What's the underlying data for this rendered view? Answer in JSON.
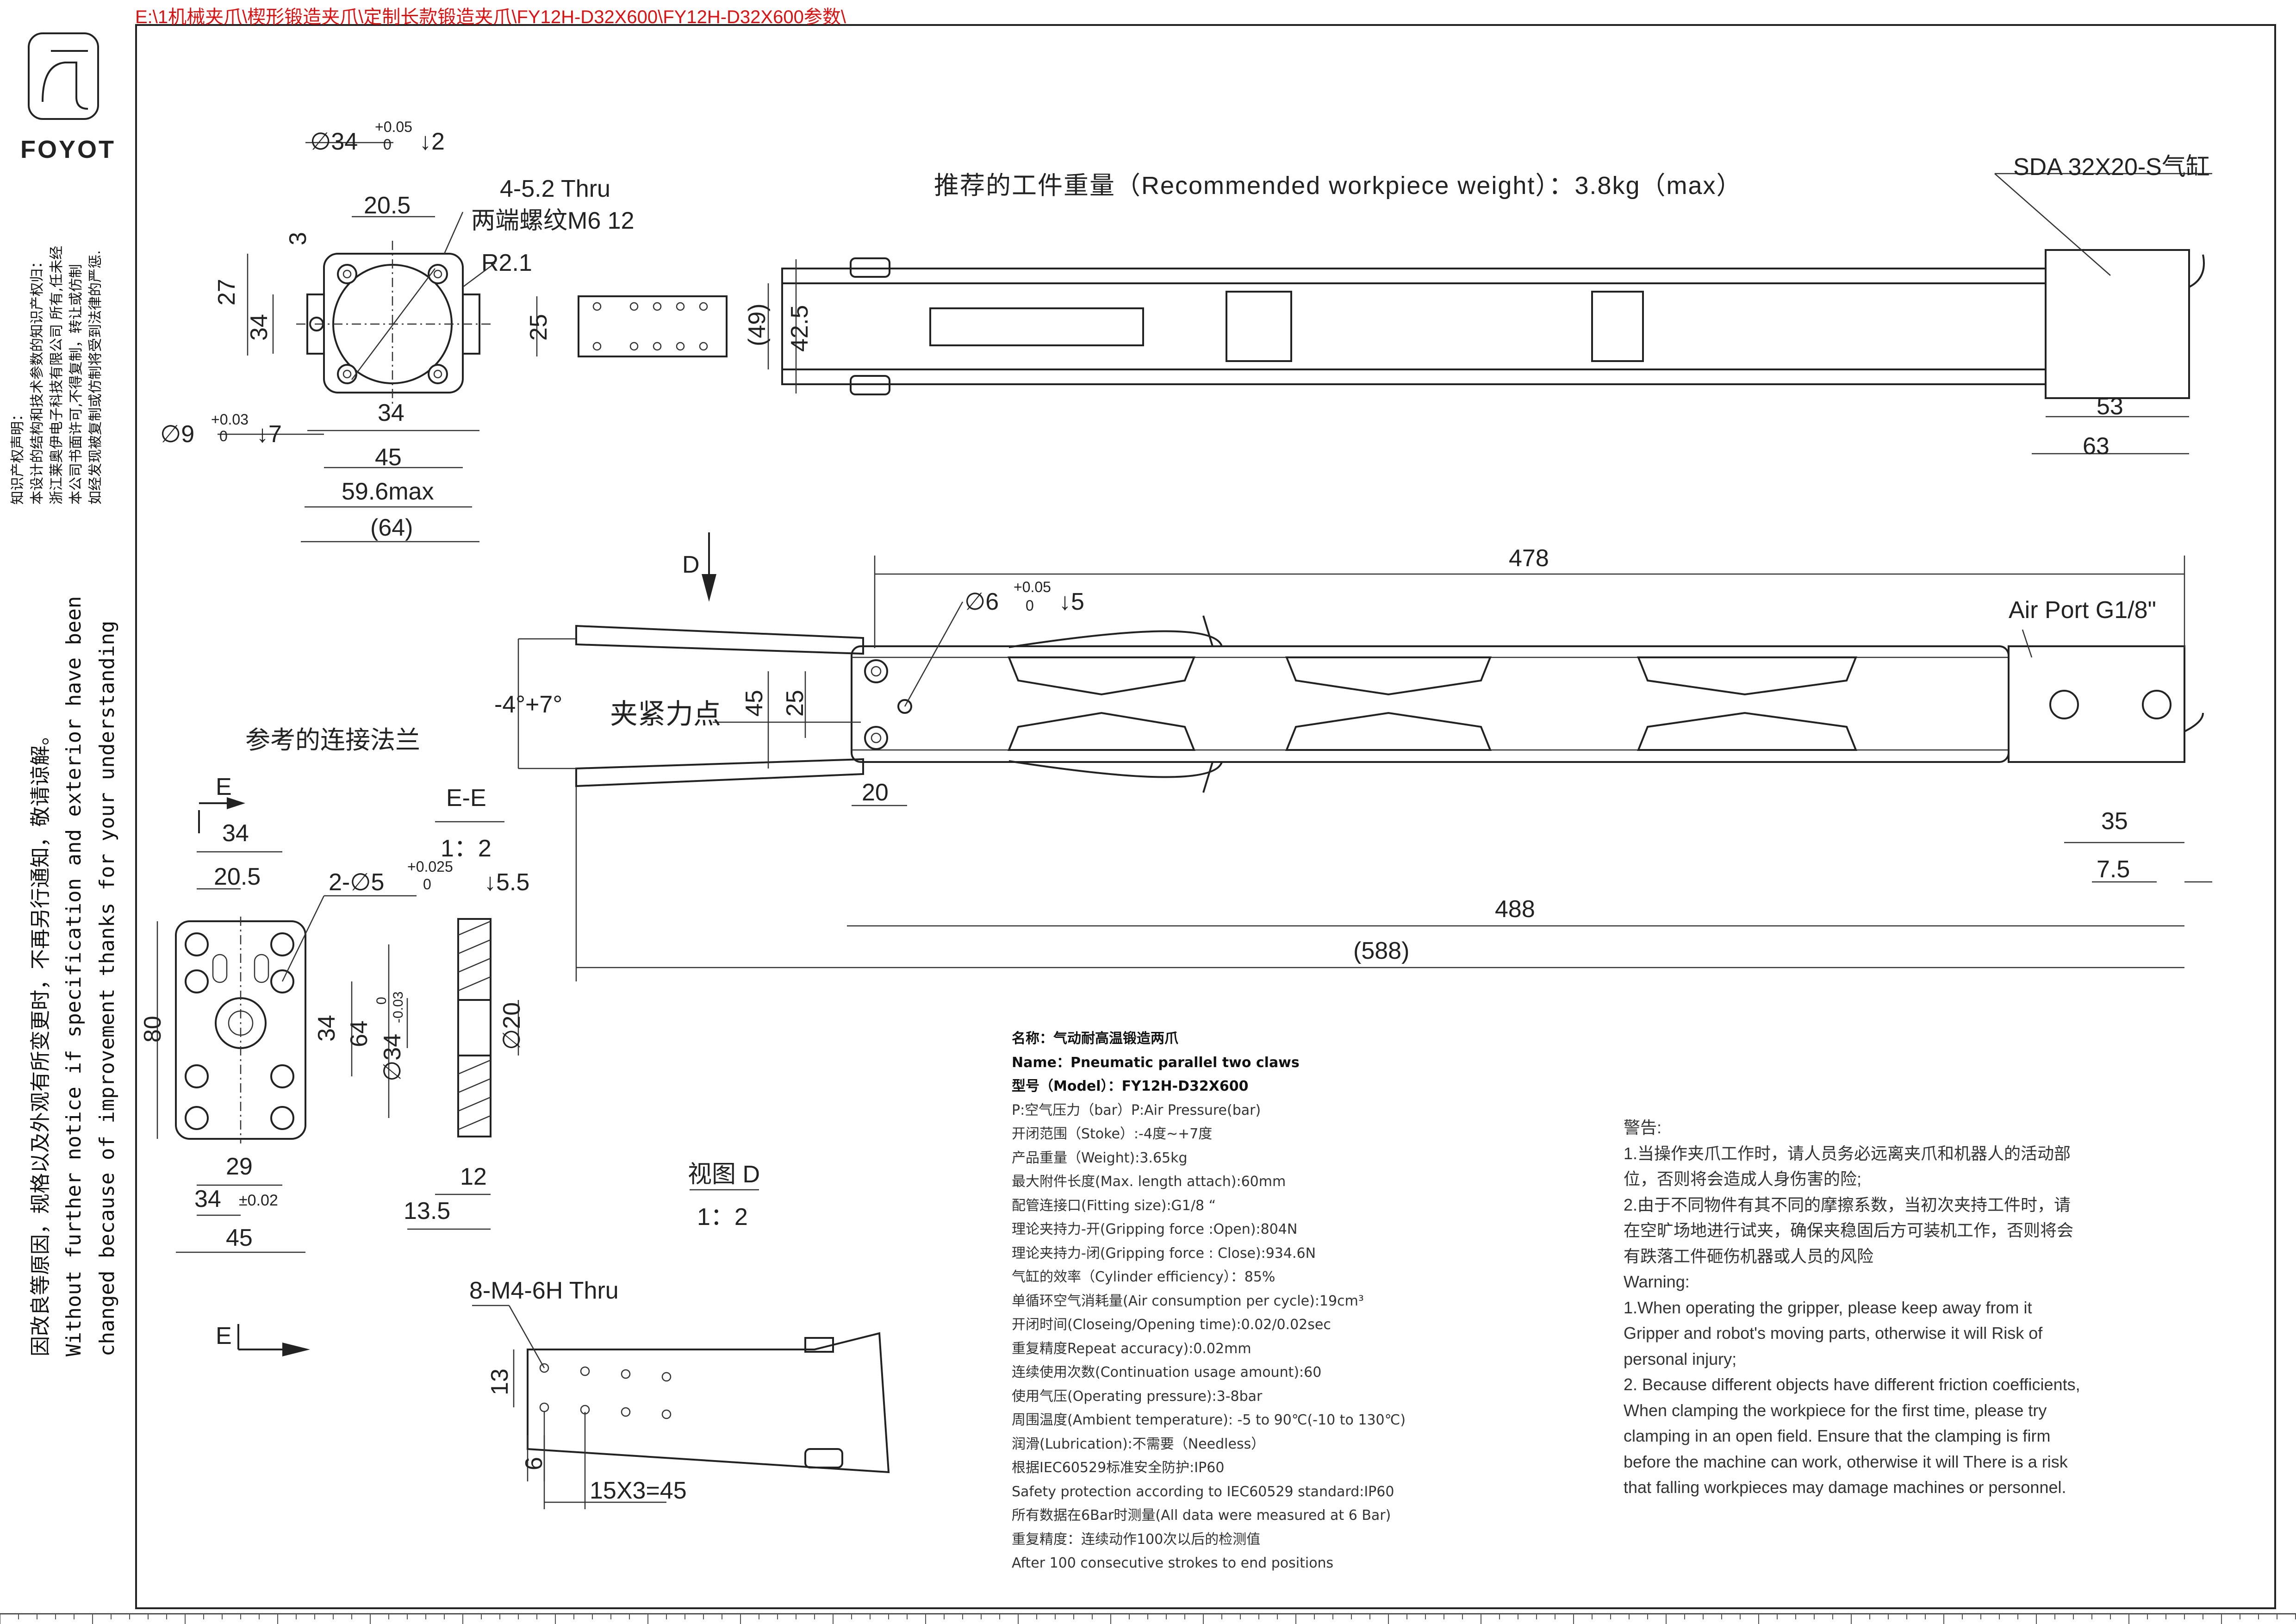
{
  "file_path": "E:\\1机械夹爪\\楔形锻造夹爪\\定制长款锻造夹爪\\FY12H-D32X600\\FY12H-D32X600参数\\",
  "brand": "FOYOT",
  "title": "推荐的工件重量（Recommended workpiece weight）：3.8kg（max）",
  "cylinder_label": "SDA 32X20-S气缸",
  "air_port_label": "Air Port G1/8\"",
  "clamp_point_label": "夹紧力点",
  "flange_label": "参考的连接法兰",
  "section_label": "E-E",
  "section_scale": "1：2",
  "view_d_label": "视图 D",
  "view_d_scale": "1：2",
  "view_d_marker": "D",
  "view_e_marker": "E",
  "angle_label": "-4°+7°",
  "thread_label": "8-M4-6H Thru",
  "front_view": {
    "bore": "∅34",
    "bore_tol_upper": "+0.05",
    "bore_tol_lower": "0",
    "bore_depth": "↓2",
    "holes": "4-5.2 Thru",
    "thread": "两端螺纹M6 12",
    "radius": "R2.1",
    "pin": "∅9",
    "pin_tol_upper": "+0.03",
    "pin_tol_lower": "0",
    "pin_depth": "↓7",
    "d_20_5": "20.5",
    "d_3": "3",
    "d_27": "27",
    "d_34v": "34",
    "d_34h": "34",
    "d_45": "45",
    "d_59_6": "59.6max",
    "d_64": "(64)"
  },
  "top_view": {
    "d_25": "25",
    "d_49": "(49)",
    "d_42_5": "42.5",
    "d_53": "53",
    "d_63": "63"
  },
  "side_view": {
    "d_478": "478",
    "hole": "∅6",
    "hole_tol_upper": "+0.05",
    "hole_tol_lower": "0",
    "hole_depth": "↓5",
    "d_45": "45",
    "d_25": "25",
    "d_20": "20",
    "d_35": "35",
    "d_7_5": "7.5",
    "d_488": "488",
    "d_588": "(588)"
  },
  "flange": {
    "d_34": "34",
    "d_20_5": "20.5",
    "holes": "2-∅5",
    "holes_tol_upper": "+0.025",
    "holes_tol_lower": "0",
    "holes_depth": "↓5.5",
    "d_80": "80",
    "d_34v": "34",
    "d_64": "64",
    "bore": "∅34",
    "bore_tol_upper": "0",
    "bore_tol_lower": "-0.03",
    "d_20": "∅20",
    "d_29": "29",
    "d_34b": "34",
    "d_34b_tol": "±0.02",
    "d_45": "45",
    "d_12": "12",
    "d_13_5": "13.5"
  },
  "view_d": {
    "d_13": "13",
    "d_6": "6",
    "d_15x3": "15X3=45"
  },
  "ip_notice": [
    "知识产权声明：",
    "本设计的结构和技术参数的知识产权归：",
    "浙江莱奥伊电子科技有限公司 所有,任未经",
    "本公司书面许可,不得复制，转让或仿制",
    "如经发现被复制或仿制将受到法律的严惩."
  ],
  "change_notice": [
    "因改良等原因，规格以及外观有所变更时，不再另行通知，敬请谅解。",
    "Without further  notice if specification and exterior have been",
    "changed because of improvement thanks for your understanding"
  ],
  "specs": [
    "名称：气动耐高温锻造两爪",
    "Name：Pneumatic parallel two claws",
    "型号（Model）：FY12H-D32X600",
    "P:空气压力（bar）P:Air Pressure(bar)",
    "开闭范围（Stoke）:-4度~+7度",
    "产品重量（Weight):3.65kg",
    "最大附件长度(Max. length attach):60mm",
    "配管连接口(Fitting size):G1/8 “",
    "理论夹持力-开(Gripping force :Open):804N",
    "理论夹持力-闭(Gripping force : Close):934.6N",
    "气缸的效率（Cylinder efficiency）：85%",
    "单循环空气消耗量(Air consumption per cycle):19cm³",
    "开闭时间(Closeing/Opening time):0.02/0.02sec",
    "重复精度Repeat accuracy):0.02mm",
    "连续使用次数(Continuation usage amount):60",
    "使用气压(Operating pressure):3-8bar",
    "周围温度(Ambient temperature): -5 to 90℃(-10 to 130℃)",
    "润滑(Lubrication):不需要（Needless）",
    "根据IEC60529标准安全防护:IP60",
    "Safety protection according to IEC60529 standard:IP60",
    "所有数据在6Bar时测量(All data were measured at 6 Bar)",
    "重复精度：连续动作100次以后的检测值",
    "After 100 consecutive strokes to end positions"
  ],
  "warnings": [
    "警告:",
    "1.当操作夹爪工作时，请人员务必远离夹爪和机器人的活动部位，否则将会造成人身伤害的险;",
    "2.由于不同物件有其不同的摩擦系数，当初次夹持工件时，请在空旷场地进行试夹，确保夹稳固后方可装机工作，否则将会有跌落工件砸伤机器或人员的风险",
    "Warning:",
    "1.When operating the gripper, please keep away from it Gripper and robot's moving parts, otherwise it will Risk of personal injury;",
    "2. Because different objects have different friction coefficients, When clamping the workpiece for the first time, please try clamping in an open field. Ensure that the clamping is firm before the machine can work, otherwise it will There is a risk that falling workpieces may damage machines or personnel."
  ]
}
